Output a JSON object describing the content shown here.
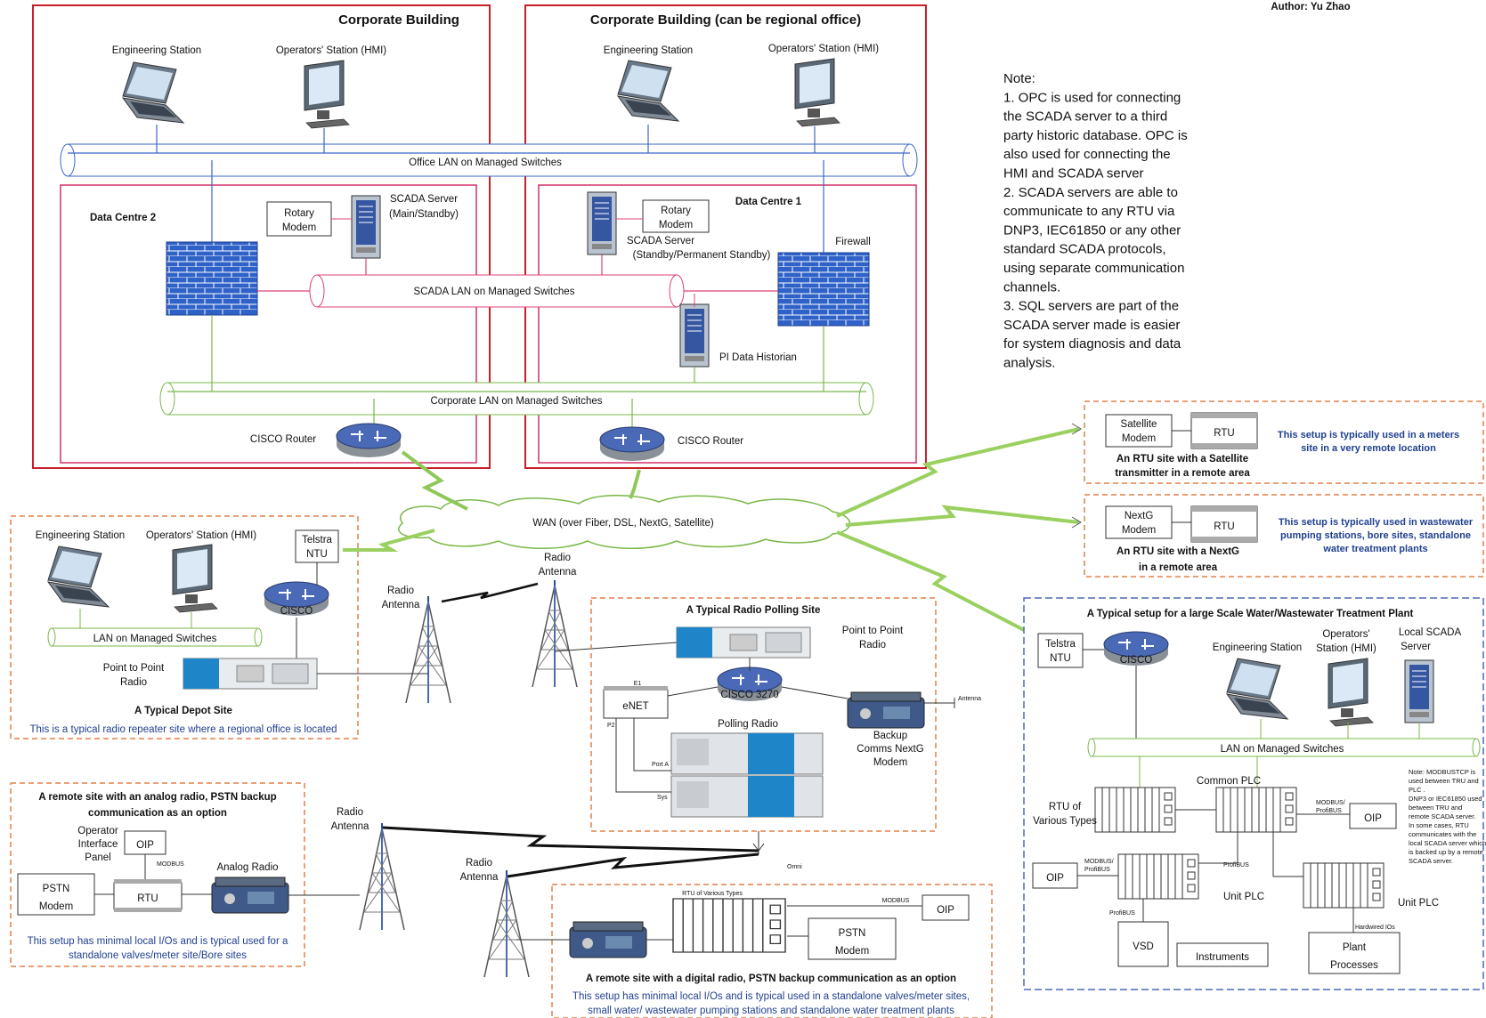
{
  "header": {
    "author": "Author: Yu Zhao"
  },
  "corp1": {
    "title": "Corporate Building",
    "eng": "Engineering Station",
    "ops": "Operators' Station (HMI)",
    "dc_title": "Data Centre 2",
    "rotary1": "Rotary",
    "rotary2": "Modem",
    "scada1": "SCADA Server",
    "scada2": "(Main/Standby)",
    "router": "CISCO Router"
  },
  "corp2": {
    "title": "Corporate Building (can be regional office)",
    "eng": "Engineering Station",
    "ops": "Operators' Station (HMI)",
    "dc_title": "Data Centre 1",
    "rotary1": "Rotary",
    "rotary2": "Modem",
    "scada1": "SCADA Server",
    "scada2": "(Standby/Permanent Standby)",
    "firewall": "Firewall",
    "historian": "PI Data Historian",
    "router": "CISCO Router"
  },
  "lans": {
    "office": "Office LAN on Managed Switches",
    "scada": "SCADA LAN on Managed Switches",
    "corporate": "Corporate LAN on Managed Switches",
    "wan": "WAN (over Fiber, DSL, NextG, Satellite)"
  },
  "notes": {
    "lines": [
      "Note:",
      "1. OPC is used for connecting",
      "the SCADA server to a third",
      "party historic database. OPC is",
      "also used for connecting the",
      "HMI and SCADA server",
      "2. SCADA servers are able to",
      "communicate to any RTU via",
      "DNP3, IEC61850 or any other",
      "standard SCADA protocols,",
      "using separate communication",
      "channels.",
      "3. SQL servers are part of the",
      "SCADA server made is easier",
      "for system diagnosis and data",
      "analysis."
    ]
  },
  "satellite": {
    "modem1": "Satellite",
    "modem2": "Modem",
    "rtu": "RTU",
    "cap1": "An RTU site with a Satellite",
    "cap2": "transmitter in a remote area",
    "desc1": "This setup is typically used in a meters",
    "desc2": "site in a very remote location"
  },
  "nextg": {
    "modem1": "NextG",
    "modem2": "Modem",
    "rtu": "RTU",
    "cap1": "An RTU site with a NextG",
    "cap2": "in a remote area",
    "desc1": "This setup is typically used in wastewater",
    "desc2": "pumping stations, bore sites, standalone",
    "desc3": "water treatment plants"
  },
  "depot": {
    "eng": "Engineering Station",
    "ops": "Operators' Station (HMI)",
    "telstra1": "Telstra",
    "telstra2": "NTU",
    "cisco": "CISCO",
    "lan": "LAN on Managed Switches",
    "ptp1": "Point to Point",
    "ptp2": "Radio",
    "title": "A Typical Depot Site",
    "desc": "This is a typical radio repeater site where a regional office is located"
  },
  "radio": {
    "antenna1": "Radio",
    "antenna2": "Antenna"
  },
  "polling": {
    "title": "A Typical Radio Polling Site",
    "ptp1": "Point to Point",
    "ptp2": "Radio",
    "cisco": "CISCO 3270",
    "enet": "eNET",
    "e1": "E1",
    "p2": "P2",
    "porta": "Port A",
    "sys": "Sys",
    "polling_radio": "Polling Radio",
    "backup1": "Backup",
    "backup2": "Comms NextG",
    "backup3": "Modem",
    "antenna": "Antenna",
    "omni": "Omni"
  },
  "treatment": {
    "title": "A Typical setup for a large Scale Water/Wastewater Treatment Plant",
    "telstra1": "Telstra",
    "telstra2": "NTU",
    "cisco": "CISCO",
    "eng": "Engineering Station",
    "ops1": "Operators'",
    "ops2": "Station (HMI)",
    "local1": "Local SCADA",
    "local2": "Server",
    "lan": "LAN on Managed Switches",
    "rtu1": "RTU of",
    "rtu2": "Various Types",
    "common": "Common PLC",
    "modbus1": "MODBUS/",
    "modbus2": "ProfiBUS",
    "oip": "OIP",
    "profibus": "ProfiBUS",
    "unitplc": "Unit PLC",
    "vsd": "VSD",
    "instruments": "Instruments",
    "hardwired": "Hardwired IOs",
    "plant1": "Plant",
    "plant2": "Processes",
    "note_lines": [
      "Note: MODBUSTCP is",
      "used between TRU and",
      "PLC .",
      "DNP3 or IEC61850 used",
      "between TRU and",
      "remote SCADA server.",
      "In some cases, RTU",
      "communicates with the",
      "local SCADA server which",
      "is backed up by a remote",
      "SCADA server."
    ]
  },
  "analog": {
    "title1": "A remote site with an analog radio, PSTN backup",
    "title2": "communication as an option",
    "op1": "Operator",
    "op2": "Interface",
    "op3": "Panel",
    "oip": "OIP",
    "modbus": "MODBUS",
    "analog_radio": "Analog Radio",
    "pstn1": "PSTN",
    "pstn2": "Modem",
    "rtu": "RTU",
    "desc1": "This setup has minimal local I/Os and is typical used for a",
    "desc2": "standalone valves/meter site/Bore sites"
  },
  "digital": {
    "rtu_types": "RTU of Various Types",
    "modbus": "MODBUS",
    "oip": "OIP",
    "pstn1": "PSTN",
    "pstn2": "Modem",
    "title": "A remote site with a digital radio, PSTN backup communication as an option",
    "desc1": "This setup has minimal local I/Os and is typical used in a standalone valves/meter sites,",
    "desc2": "small water/ wastewater pumping stations and standalone water treatment plants"
  },
  "colors": {
    "corporate_border": "#c8202a",
    "datacentre_border": "#d4306a",
    "site_border": "#e0804a",
    "treatment_border": "#4a6ab8",
    "blue_line": "#3a66c8",
    "pink_line": "#e0407a",
    "green_line": "#7ab84a",
    "firewall": "#2f62c8"
  }
}
